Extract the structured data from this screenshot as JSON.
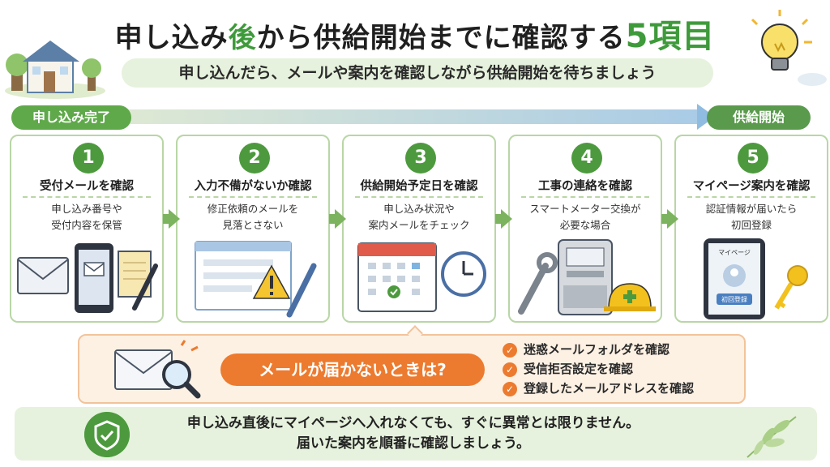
{
  "title": {
    "part1": "申し込み",
    "part2": "後",
    "part3": "から供給開始までに確認する",
    "part4": "5項目"
  },
  "subtitle": "申し込んだら、メールや案内を確認しながら供給開始を待ちましょう",
  "flow": {
    "start": "申し込み完了",
    "end": "供給開始"
  },
  "steps": [
    {
      "num": "1",
      "title": "受付メールを確認",
      "desc": "申し込み番号や\n受付内容を保管"
    },
    {
      "num": "2",
      "title": "入力不備がないか確認",
      "desc": "修正依頼のメールを\n見落とさない"
    },
    {
      "num": "3",
      "title": "供給開始予定日を確認",
      "desc": "申し込み状況や\n案内メールをチェック"
    },
    {
      "num": "4",
      "title": "工事の連絡を確認",
      "desc": "スマートメーター交換が\n必要な場合"
    },
    {
      "num": "5",
      "title": "マイページ案内を確認",
      "desc": "認証情報が届いたら\n初回登録"
    }
  ],
  "step5_illus": {
    "phone_label": "マイページ",
    "button_label": "初回登録"
  },
  "trouble": {
    "banner": "メールが届かないときは?",
    "items": [
      "迷惑メールフォルダを確認",
      "受信拒否設定を確認",
      "登録したメールアドレスを確認"
    ]
  },
  "note": {
    "line1": "申し込み直後にマイページへ入れなくても、すぐに異常とは限りません。",
    "line2": "届いた案内を順番に確認しましょう。"
  },
  "colors": {
    "green": "#4d9a3e",
    "orange": "#ec7b2f",
    "light_green": "#e6f2dd"
  }
}
